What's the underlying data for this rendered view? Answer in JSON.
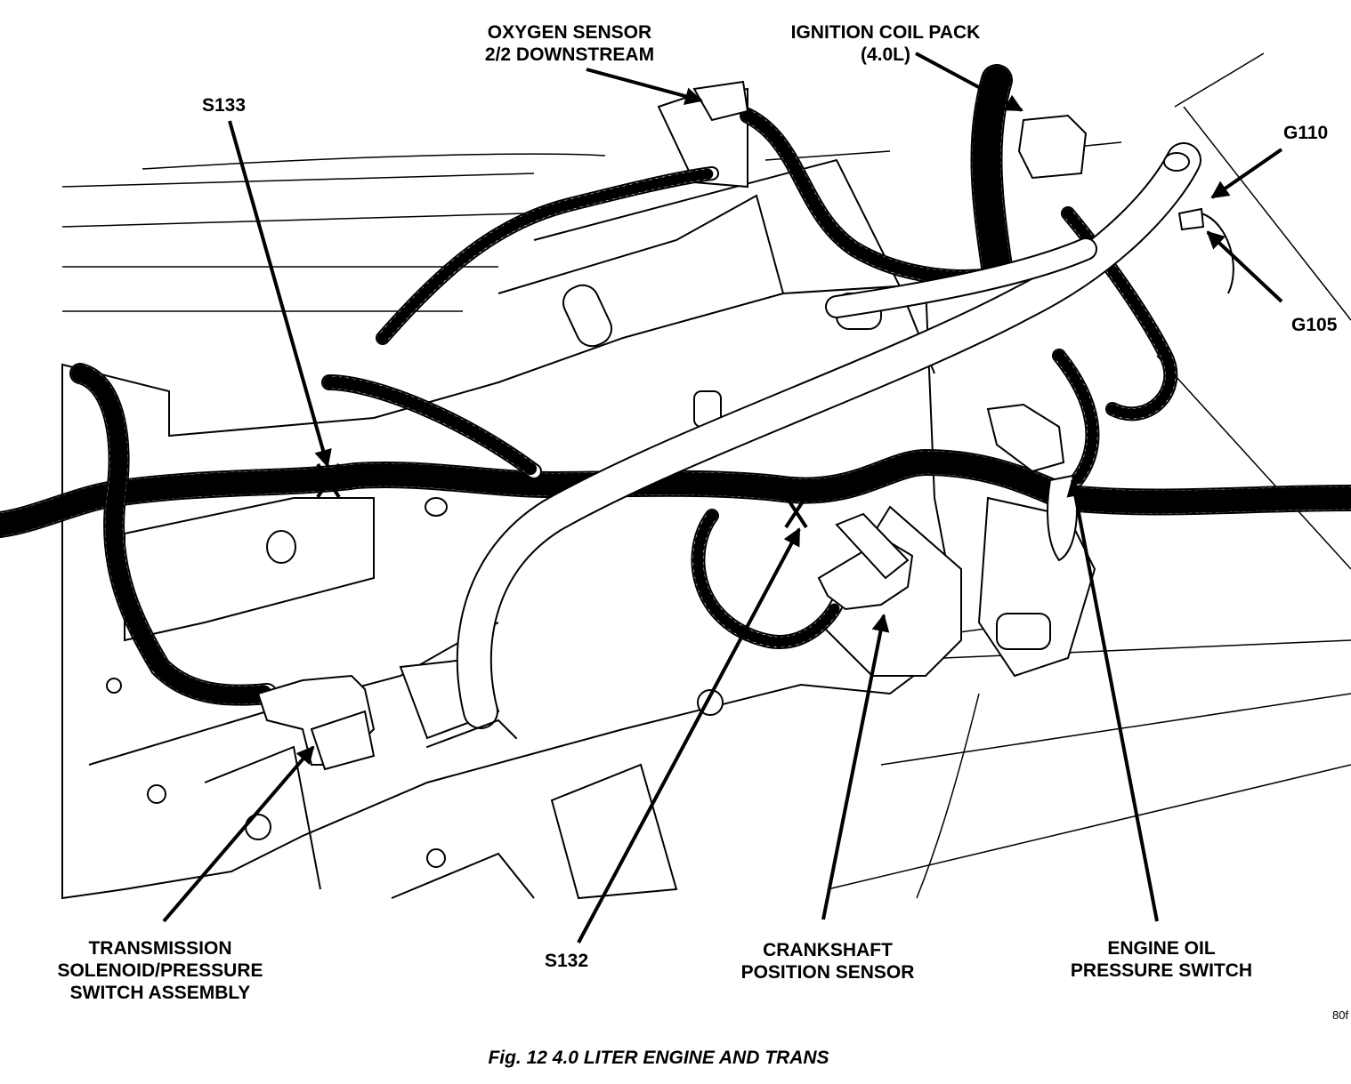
{
  "figure": {
    "caption": "Fig. 12 4.0 LITER ENGINE AND TRANS",
    "ref_code": "80f"
  },
  "callouts": {
    "oxygen_sensor": "OXYGEN SENSOR\n2/2 DOWNSTREAM",
    "ignition_coil_pack": "IGNITION COIL PACK\n(4.0L)",
    "s133": "S133",
    "g110": "G110",
    "g105": "G105",
    "transmission_solenoid": "TRANSMISSION\nSOLENOID/PRESSURE\nSWITCH ASSEMBLY",
    "s132": "S132",
    "crankshaft_sensor": "CRANKSHAFT\nPOSITION SENSOR",
    "engine_oil_pressure_switch": "ENGINE OIL\nPRESSURE SWITCH"
  }
}
